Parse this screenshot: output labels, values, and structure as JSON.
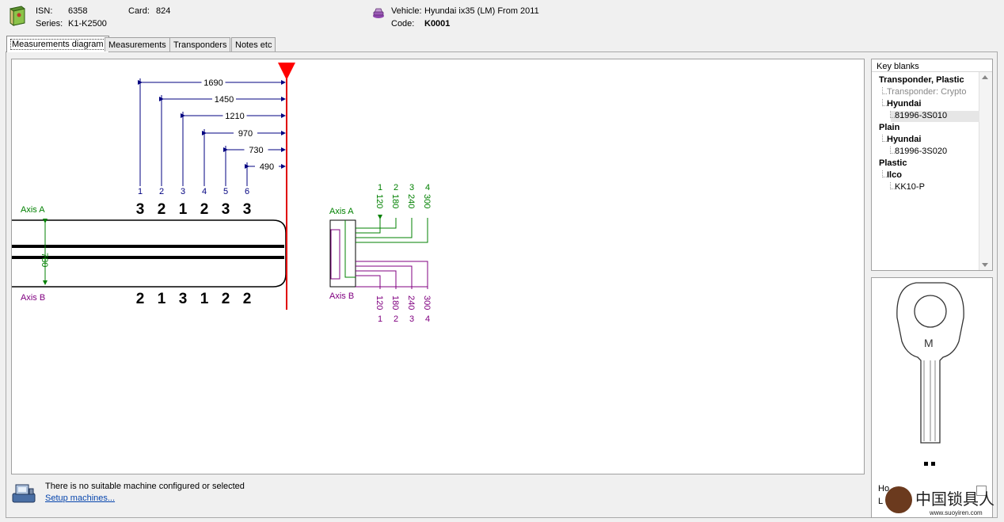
{
  "header": {
    "isn_label": "ISN:",
    "isn_value": "6358",
    "card_label": "Card:",
    "card_value": "824",
    "series_label": "Series:",
    "series_value": "K1-K2500",
    "vehicle_label": "Vehicle:",
    "vehicle_value": "Hyundai ix35 (LM) From 2011",
    "code_label": "Code:",
    "code_value": "K0001"
  },
  "tabs": [
    "Measurements diagram",
    "Measurements",
    "Transponders",
    "Notes etc"
  ],
  "diagram": {
    "dimensions": [
      "1690",
      "1450",
      "1210",
      "970",
      "730",
      "490"
    ],
    "cut_positions": [
      "1",
      "2",
      "3",
      "4",
      "5",
      "6"
    ],
    "axis_a_label": "Axis A",
    "axis_b_label": "Axis B",
    "axis_a_code": [
      "3",
      "2",
      "1",
      "2",
      "3",
      "3"
    ],
    "axis_b_code": [
      "2",
      "1",
      "3",
      "1",
      "2",
      "2"
    ],
    "blade_width": "780",
    "depth_axis_a_label": "Axis A",
    "depth_axis_b_label": "Axis B",
    "depth_numbers": [
      "1",
      "2",
      "3",
      "4"
    ],
    "depth_values": [
      "120",
      "180",
      "240",
      "300"
    ]
  },
  "key_blanks": {
    "title": "Key blanks",
    "items": [
      {
        "text": "Transponder, Plastic",
        "level": 0,
        "style": "b"
      },
      {
        "text": "Transponder: Crypto",
        "level": 1,
        "style": "g"
      },
      {
        "text": "Hyundai",
        "level": 1,
        "style": "b"
      },
      {
        "text": "81996-3S010",
        "level": 2,
        "style": "n"
      },
      {
        "text": "Plain",
        "level": 0,
        "style": "b"
      },
      {
        "text": "Hyundai",
        "level": 1,
        "style": "b"
      },
      {
        "text": "81996-3S020",
        "level": 2,
        "style": "n"
      },
      {
        "text": "Plastic",
        "level": 0,
        "style": "b"
      },
      {
        "text": "Ilco",
        "level": 1,
        "style": "b"
      },
      {
        "text": "KK10-P",
        "level": 2,
        "style": "n"
      }
    ],
    "key_logo": "M",
    "hook_label": "Ho",
    "l_label": "L"
  },
  "status": {
    "message": "There is no suitable machine configured or selected",
    "link": "Setup machines..."
  },
  "watermark": {
    "text": "中国锁具人",
    "url": "www.suoyiren.com"
  },
  "colors": {
    "dim": "#000080",
    "axis_a": "#008000",
    "axis_b": "#800080",
    "stop": "#ff0000"
  }
}
